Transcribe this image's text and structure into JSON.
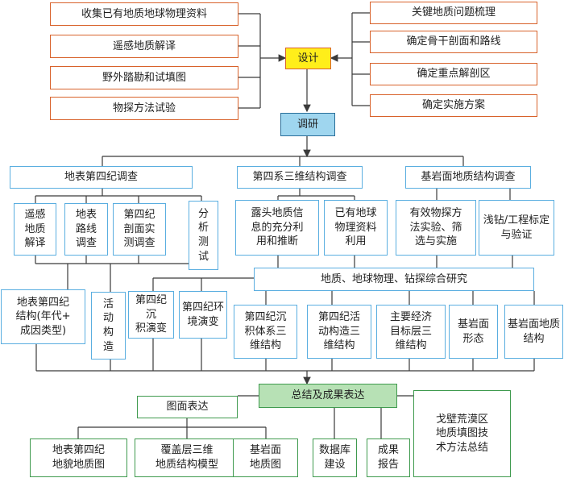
{
  "design_inputs": [
    "收集已有地质地球物理资料",
    "遥感地质解译",
    "野外踏勘和试填图",
    "物探方法试验"
  ],
  "design_outputs": [
    "关键地质问题梳理",
    "确定骨干剖面和路线",
    "确定重点解剖区",
    "确定实施方案"
  ],
  "design": "设计",
  "research": "调研",
  "surveys": [
    "地表第四纪调查",
    "第四系三维结构调查",
    "基岩面地质结构调查"
  ],
  "surface_methods": [
    "遥感\n地质\n解译",
    "地表\n路线\n调查",
    "第四纪\n剖面实\n测调查",
    "分\n析\n测\n试"
  ],
  "quaternary_methods": [
    "露头地质信\n息的充分利\n用和推断",
    "已有地球\n物理资料\n利用",
    "有效物探方\n法实验、筛\n选与实施"
  ],
  "bedrock_method": "浅钻/工程标定\n与验证",
  "integrated": "地质、地球物理、钻探综合研究",
  "left_results": [
    "地表第四纪\n结构(年代+\n成因类型)",
    "活\n动\n构\n造"
  ],
  "mid_results": [
    "第四纪沉\n积演变",
    "第四纪环\n境演变"
  ],
  "integrated_results": [
    "第四纪沉\n积体系三\n维结构",
    "第四纪活\n动构造三\n维结构",
    "主要经济\n目标层三\n维结构",
    "基岩面\n形态",
    "基岩面地质\n结构"
  ],
  "summary": "总结及成果表达",
  "map_expression": "图面表达",
  "maps": [
    "地表第四纪\n地貌地质图",
    "覆盖层三维\n地质结构模型",
    "基岩面\n地质图"
  ],
  "database": "数据库\n建设",
  "report": "成果\n报告",
  "method_summary": "戈壁荒漠区\n地质填图技\n术方法总结"
}
